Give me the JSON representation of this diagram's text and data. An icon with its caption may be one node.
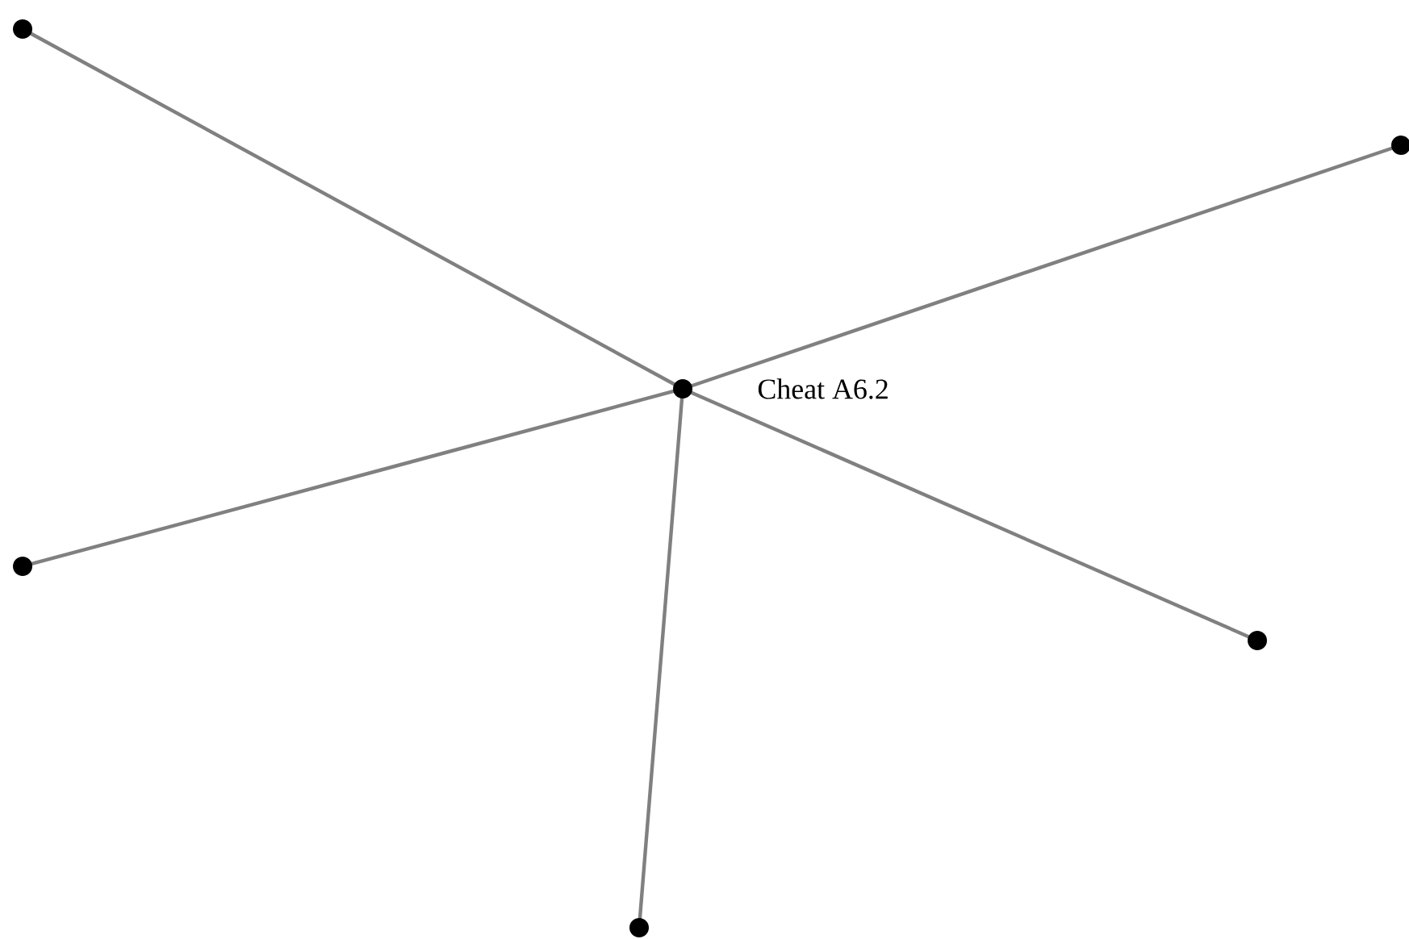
{
  "diagram": {
    "nodes": [
      {
        "text": [],
        "shape": "circle"
      },
      {
        "text": [],
        "shape": "circle"
      },
      {
        "text": [],
        "shape": "circle",
        "beside": [
          "Cheat A6.2"
        ]
      },
      {
        "text": [],
        "shape": "circle"
      },
      {
        "text": [],
        "shape": "circle"
      },
      {
        "text": [],
        "shape": "circle"
      }
    ],
    "edges": [
      {
        "from": 2,
        "to": 0,
        "arrow": "none"
      },
      {
        "from": 2,
        "to": 1,
        "arrow": "none"
      },
      {
        "from": 2,
        "to": 3,
        "arrow": "none"
      },
      {
        "from": 2,
        "to": 4,
        "arrow": "none"
      },
      {
        "from": 2,
        "to": 5,
        "arrow": "none"
      }
    ]
  }
}
